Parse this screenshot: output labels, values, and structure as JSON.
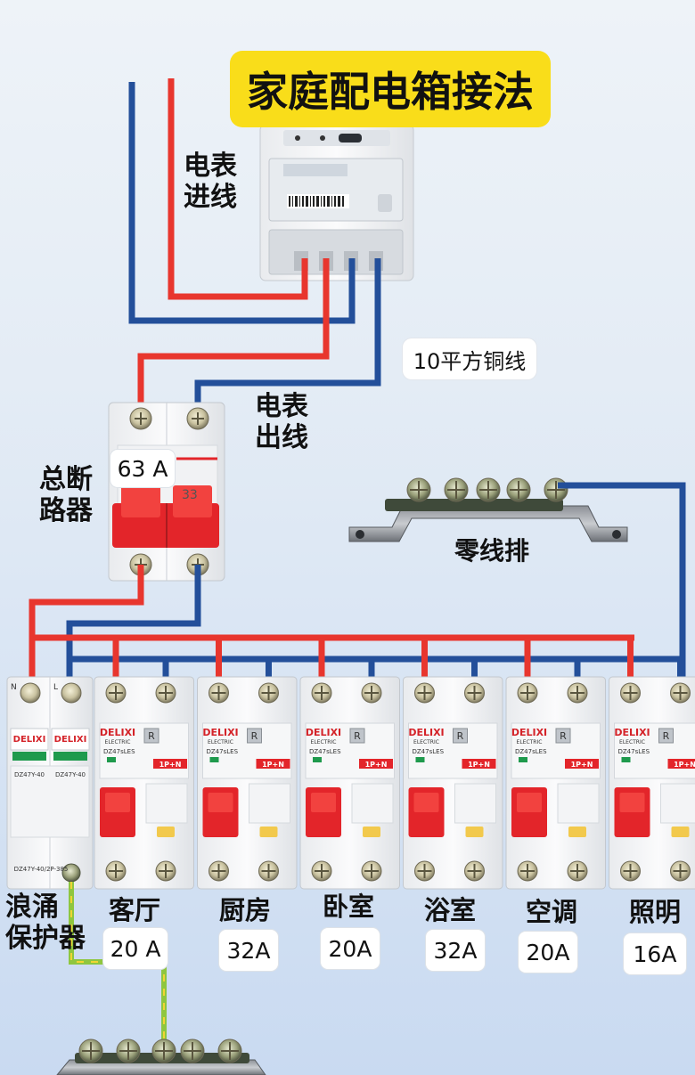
{
  "title": "家庭配电箱接法",
  "labels": {
    "meter_in": "电表\n进线",
    "meter_out": "电表\n出线",
    "main_breaker": "总断\n路器",
    "neutral_bar": "零线排",
    "surge": "浪涌\n保护器",
    "wire_spec": "10平方铜线"
  },
  "main_breaker_rating": "63 A",
  "main_breaker_side_text": "33",
  "brand": "DELIXI",
  "brand_sub": "ELECTRIC",
  "surge_model": "DZ47Y-40",
  "surge_footer": "DZ47Y-40/2P-385",
  "breaker_model": "DZ47sLES",
  "breaker_pole": "1P+N",
  "breaker_letter": "R",
  "surge_poles": [
    "N",
    "L"
  ],
  "circuits": [
    {
      "room": "客厅",
      "rating": "20 A"
    },
    {
      "room": "厨房",
      "rating": "32A"
    },
    {
      "room": "卧室",
      "rating": "20A"
    },
    {
      "room": "浴室",
      "rating": "32A"
    },
    {
      "room": "空调",
      "rating": "20A"
    },
    {
      "room": "照明",
      "rating": "16A"
    }
  ],
  "colors": {
    "live_wire": "#e8362e",
    "neutral_wire": "#234f9a",
    "earth_wire": "#8fc63f",
    "title_bg": "#f9dd1a",
    "breaker_handle": "#e3252a"
  }
}
